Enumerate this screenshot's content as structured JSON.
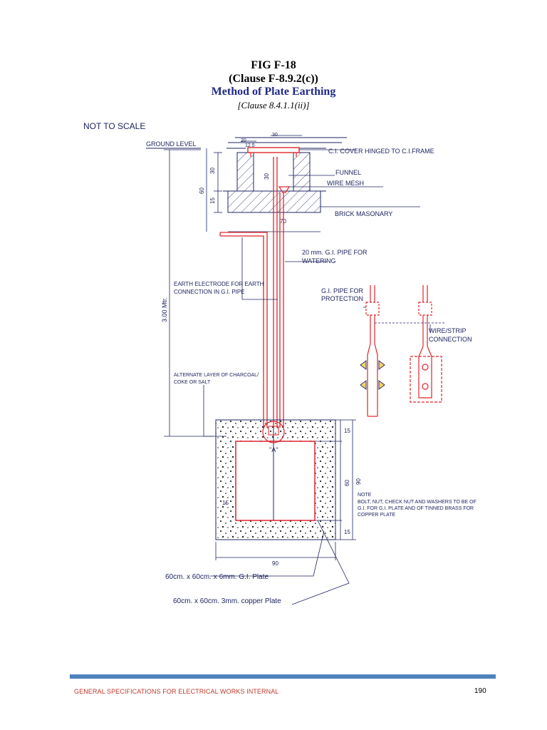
{
  "header": {
    "fig": "FIG F-18",
    "clause": "(Clause F-8.9.2(c))",
    "method": "Method of Plate Earthing",
    "ref": "[Clause 8.4.1.1(ii)]"
  },
  "labels": {
    "not_to_scale": "NOT TO SCALE",
    "ground_level": "GROUND LEVEL",
    "ci_cover": "C.I. COVER HINGED TO C.I.FRAME",
    "funnel": "FUNNEL",
    "wire_mesh": "WIRE MESH",
    "brick_masonry": "BRICK MASONARY",
    "gi_pipe_line1": "20 mm. G.I. PIPE FOR",
    "gi_pipe_line2": "WATERING",
    "electrode_line1": "EARTH ELECTRODE FOR EARTH",
    "electrode_line2": "CONNECTION IN G.I. PIPE",
    "protection_line1": "G.I. PIPE FOR",
    "protection_line2": "PROTECTION",
    "wire_strip_line1": "WIRE/STRIP",
    "wire_strip_line2": "CONNECTION",
    "alternate_line1": "ALTERNATE LAYER OF CHARCOAL/",
    "alternate_line2": "COKE OR SALT",
    "detail_a": "\"A\"",
    "note_title": "NOTE",
    "note_line1": "BOLT, NUT, CHECK NUT AND WASHERS TO BE OF",
    "note_line2": "G.I. FOR G.I. PLATE AND OF TINNED BRASS FOR",
    "note_line3": "COPPER PLATE",
    "depth": "3.00 Mtr.",
    "gi_plate": "60cm. x 60cm. x 6mm. G.I. Plate",
    "copper_plate": "60cm. x 60cm. 3mm. copper Plate"
  },
  "dimensions": {
    "d20": "20",
    "d30_top": "30",
    "d12_5": "12.5",
    "d30_left": "30",
    "d30_inner": "30",
    "d60_left": "60",
    "d15_left": "15",
    "d70": "70",
    "d15_right_top": "15",
    "d60_right": "60",
    "d90_right": "90",
    "d15_right_bottom": "15",
    "d15_left_small": "15",
    "d90_bottom": "90"
  },
  "footer": {
    "left": "GENERAL SPECIFICATIONS FOR ELECTRICAL WORKS INTERNAL",
    "page": "190"
  },
  "colors": {
    "red": "#e0242b",
    "ink": "#1e2560",
    "accent_bar": "#4f81bd"
  }
}
